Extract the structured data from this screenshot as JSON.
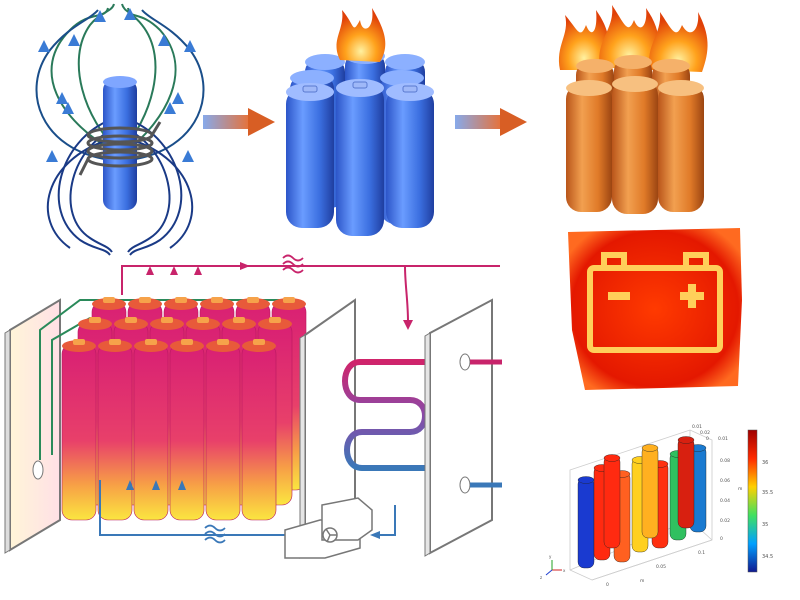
{
  "panels": {
    "coil_field": {
      "icon": "coil-magnetic-field-icon"
    },
    "battery_pack_ignition": {
      "icon": "battery-pack-ignition-icon"
    },
    "battery_pack_overheated": {
      "icon": "battery-pack-overheated-icon"
    },
    "thermal_battery": {
      "icon": "battery-thermal-image-icon"
    },
    "cooling_system": {
      "icon": "cooling-loop-diagram-icon"
    },
    "simulation": {
      "icon": "thermal-simulation-plot-icon",
      "colorbar_ticks": [
        "36",
        "35.5",
        "35",
        "34.5"
      ],
      "axis_ticks_vertical": [
        "0.01",
        "0.08",
        "0.06",
        "0.04",
        "0.02",
        "0"
      ],
      "axis_ticks_top": [
        "0.01",
        "0.02",
        "0"
      ],
      "axis_ticks_bottom": [
        "0",
        "0.05",
        "0.1"
      ],
      "axis_unit_right": "m",
      "axis_unit_bottom": "m",
      "axis_triad": [
        "x",
        "y",
        "z"
      ]
    }
  },
  "colors": {
    "field_line": "#1a3a86",
    "field_arrow": "#3a7bd5",
    "blue_cell": "#3f74e0",
    "orange_cell": "#e07a28",
    "hot_line": "#c8246b",
    "cool_line": "#3a78b8",
    "thermal_bg": "#e82000",
    "thermal_outline": "#ffcf5a"
  }
}
